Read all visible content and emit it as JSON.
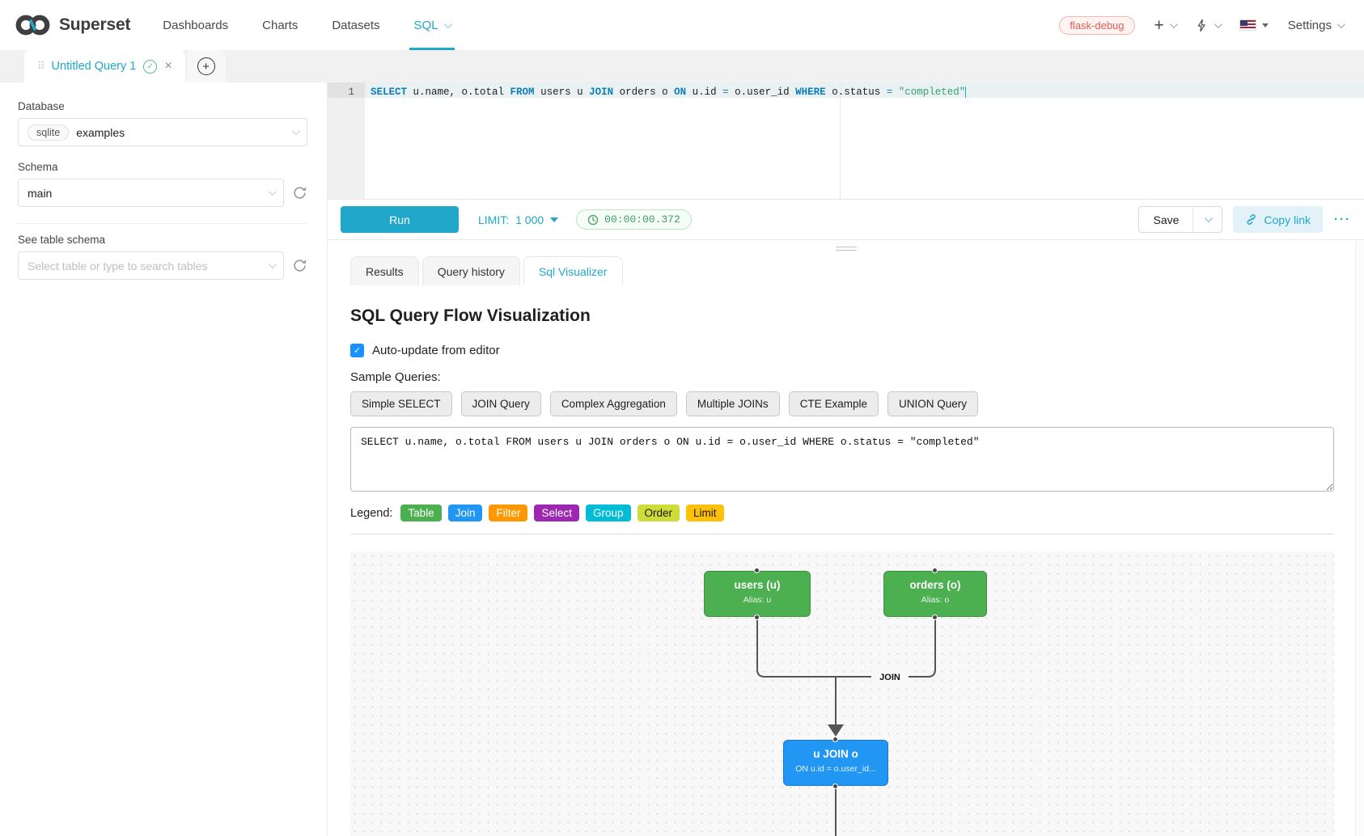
{
  "navbar": {
    "brand": "Superset",
    "items": [
      {
        "label": "Dashboards",
        "active": false,
        "chevron": false
      },
      {
        "label": "Charts",
        "active": false,
        "chevron": false
      },
      {
        "label": "Datasets",
        "active": false,
        "chevron": false
      },
      {
        "label": "SQL",
        "active": true,
        "chevron": true
      }
    ],
    "env_badge": "flask-debug",
    "settings_label": "Settings"
  },
  "tabbar": {
    "tab_title": "Untitled Query 1"
  },
  "sidebar": {
    "database_label": "Database",
    "database_tag": "sqlite",
    "database_value": "examples",
    "schema_label": "Schema",
    "schema_value": "main",
    "table_label": "See table schema",
    "table_placeholder": "Select table or type to search tables"
  },
  "editor": {
    "line_number": "1",
    "tokens": [
      {
        "t": "kw",
        "v": "SELECT"
      },
      {
        "t": "p",
        "v": " u.name, o.total "
      },
      {
        "t": "kw",
        "v": "FROM"
      },
      {
        "t": "p",
        "v": " users u "
      },
      {
        "t": "kw",
        "v": "JOIN"
      },
      {
        "t": "p",
        "v": " orders o "
      },
      {
        "t": "kw",
        "v": "ON"
      },
      {
        "t": "p",
        "v": " u.id "
      },
      {
        "t": "op",
        "v": "="
      },
      {
        "t": "p",
        "v": " o.user_id "
      },
      {
        "t": "kw",
        "v": "WHERE"
      },
      {
        "t": "p",
        "v": " o.status "
      },
      {
        "t": "op",
        "v": "="
      },
      {
        "t": "p",
        "v": " "
      },
      {
        "t": "str",
        "v": "\"completed\""
      }
    ],
    "run_label": "Run",
    "limit_label": "LIMIT:",
    "limit_value": "1 000",
    "timer": "00:00:00.372",
    "save_label": "Save",
    "copy_link_label": "Copy link",
    "more_label": "···"
  },
  "south_tabs": [
    {
      "label": "Results",
      "active": false
    },
    {
      "label": "Query history",
      "active": false
    },
    {
      "label": "Sql Visualizer",
      "active": true
    }
  ],
  "visualizer": {
    "title": "SQL Query Flow Visualization",
    "auto_update_label": "Auto-update from editor",
    "auto_update_checked": true,
    "check_glyph": "✓",
    "sample_queries_label": "Sample Queries:",
    "sample_queries": [
      "Simple SELECT",
      "JOIN Query",
      "Complex Aggregation",
      "Multiple JOINs",
      "CTE Example",
      "UNION Query"
    ],
    "query_text": "SELECT u.name, o.total FROM users u JOIN orders o ON u.id = o.user_id WHERE o.status = \"completed\"",
    "legend_label": "Legend:",
    "legend": [
      {
        "label": "Table",
        "color": "#4caf50",
        "text": "#ffffff"
      },
      {
        "label": "Join",
        "color": "#2196f3",
        "text": "#ffffff"
      },
      {
        "label": "Filter",
        "color": "#ff9800",
        "text": "#ffffff"
      },
      {
        "label": "Select",
        "color": "#9c27b0",
        "text": "#ffffff"
      },
      {
        "label": "Group",
        "color": "#00bcd4",
        "text": "#ffffff"
      },
      {
        "label": "Order",
        "color": "#cddc39",
        "text": "#1a1a1a"
      },
      {
        "label": "Limit",
        "color": "#ffc107",
        "text": "#1a1a1a"
      }
    ],
    "diagram": {
      "nodes": [
        {
          "id": "users",
          "title": "users (u)",
          "subtitle": "Alias: u"
        },
        {
          "id": "orders",
          "title": "orders (o)",
          "subtitle": "Alias: o"
        },
        {
          "id": "join",
          "title": "u JOIN o",
          "subtitle": "ON u.id = o.user_id..."
        }
      ],
      "edge_label": "JOIN"
    }
  }
}
